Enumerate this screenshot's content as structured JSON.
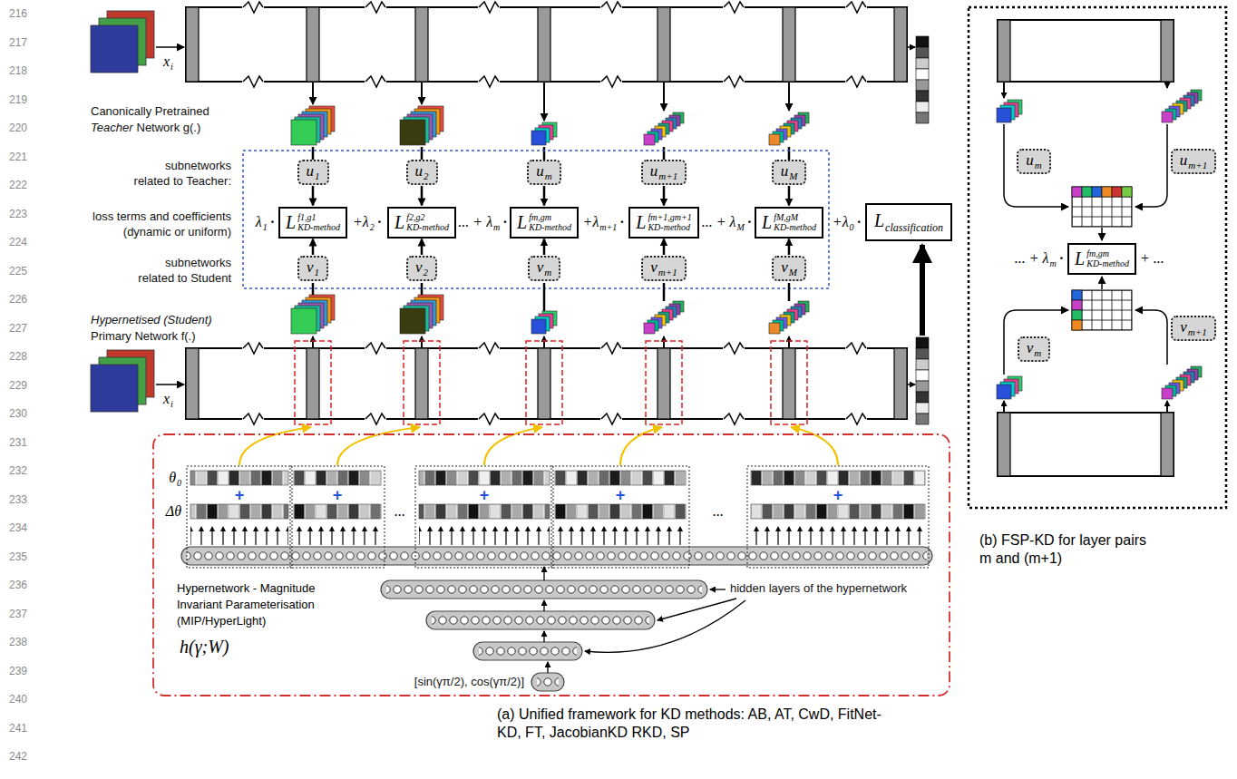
{
  "diagram": {
    "caption": "(a) Unified framework for KD methods: AB, AT, CwD, FitNet-KD, FT, JacobianKD RKD, SP",
    "nodes": [
      {
        "text": [
          "u",
          "1"
        ]
      },
      {
        "text": [
          "u",
          "2"
        ]
      },
      {
        "text": [
          "u",
          "m"
        ]
      },
      {
        "text": [
          "u",
          "m+1"
        ]
      },
      {
        "text": [
          "u",
          "M"
        ]
      },
      {
        "text": [
          "L",
          "f1,g1",
          "KD-method"
        ]
      },
      {
        "text": [
          "L",
          "f2,g2",
          "KD-method"
        ]
      },
      {
        "text": [
          "L",
          "fm,gm",
          "KD-method"
        ]
      },
      {
        "text": [
          "L",
          "fm+1,gm+1",
          "KD-method"
        ]
      },
      {
        "text": [
          "L",
          "fM,gM",
          "KD-method"
        ]
      },
      {
        "text": [
          "L",
          "classification"
        ]
      },
      {
        "text": [
          "v",
          "1"
        ]
      },
      {
        "text": [
          "v",
          "2"
        ]
      },
      {
        "text": [
          "v",
          "m"
        ]
      },
      {
        "text": [
          "v",
          "m+1"
        ]
      },
      {
        "text": [
          "v",
          "M"
        ]
      },
      {
        "text": [
          "Hypernetwork - Magnitude Invariant Parameterisation (MIP/HyperLight)",
          "h(γ;W)"
        ]
      },
      {
        "text": [
          "u",
          "m"
        ]
      },
      {
        "text": [
          "u",
          "m+1"
        ]
      },
      {
        "text": [
          "L",
          "fm,gm",
          "KD-method"
        ]
      },
      {
        "text": [
          "v",
          "m"
        ]
      },
      {
        "text": [
          "v",
          "m+1"
        ]
      }
    ],
    "edges": [
      {
        "from": 0,
        "to": 5,
        "arrow": "to"
      },
      {
        "from": 1,
        "to": 6,
        "arrow": "to"
      },
      {
        "from": 2,
        "to": 7,
        "arrow": "to"
      },
      {
        "from": 3,
        "to": 8,
        "arrow": "to"
      },
      {
        "from": 4,
        "to": 9,
        "arrow": "to"
      },
      {
        "from": 11,
        "to": 5,
        "arrow": "to"
      },
      {
        "from": 12,
        "to": 6,
        "arrow": "to"
      },
      {
        "from": 13,
        "to": 7,
        "arrow": "to"
      },
      {
        "from": 14,
        "to": 8,
        "arrow": "to"
      },
      {
        "from": 15,
        "to": 9,
        "arrow": "to"
      }
    ],
    "labels": [
      "216",
      "217",
      "218",
      "219",
      "220",
      "221",
      "222",
      "223",
      "224",
      "225",
      "226",
      "227",
      "228",
      "229",
      "230",
      "231",
      "232",
      "233",
      "234",
      "235",
      "236",
      "237",
      "238",
      "239",
      "240",
      "241",
      "242",
      "x",
      "i",
      "x",
      "i",
      "Canonically Pretrained",
      "Teacher",
      "Network g(.)",
      "subnetworks",
      "related to Teacher:",
      "loss terms and coefficients",
      "(dynamic or uniform)",
      "subnetworks",
      "related to Student",
      "Hypernetised (Student)",
      "Primary Network f(.)",
      "λ",
      "1",
      "·",
      "+λ",
      "2",
      "·",
      "... + λ",
      "m",
      "·",
      "+λ",
      "m+1",
      "·",
      "... + λ",
      "M",
      "·",
      "+λ",
      "0",
      "·",
      "θ",
      "0",
      "Δθ",
      "hidden layers of the hypernetwork",
      "[sin(γπ/2), cos(γπ/2)]",
      "(b) FSP-KD for layer pairs m and (m+1)",
      "... + λ",
      "m",
      "·",
      "+ ...",
      "...",
      "...",
      "+",
      "+",
      "+",
      "+",
      "+"
    ]
  }
}
